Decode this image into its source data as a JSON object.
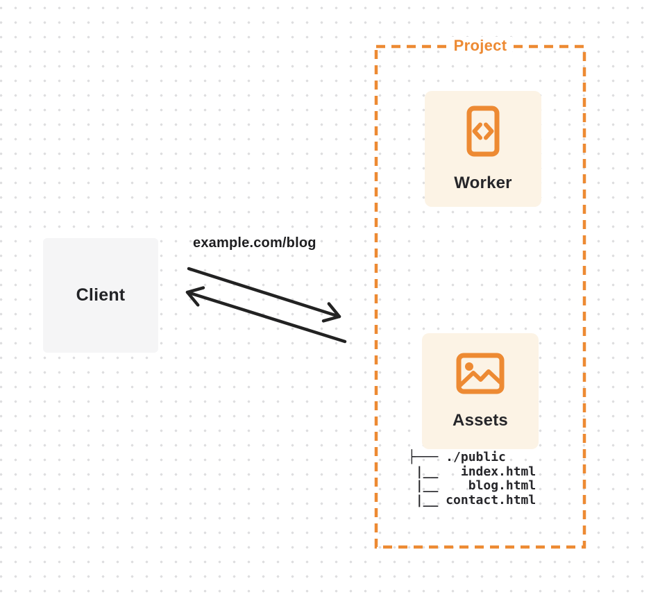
{
  "client": {
    "label": "Client"
  },
  "request": {
    "label": "example.com/blog"
  },
  "project": {
    "label": "Project",
    "worker": {
      "label": "Worker",
      "icon": "code-document-icon"
    },
    "assets": {
      "label": "Assets",
      "icon": "image-picture-icon",
      "file_tree": {
        "lines": [
          "├─── ./public",
          " |__   index.html",
          " |__    blog.html",
          " |__ contact.html"
        ]
      }
    }
  },
  "arrows": {
    "request_direction": "client-to-project",
    "response_direction": "project-to-client"
  },
  "colors": {
    "accent_orange": "#ed8a33",
    "card_background": "#fcf3e5",
    "client_background": "#f5f5f6",
    "arrow": "#222222",
    "dot_grid": "#dedee0",
    "text_dark": "#26262a"
  }
}
